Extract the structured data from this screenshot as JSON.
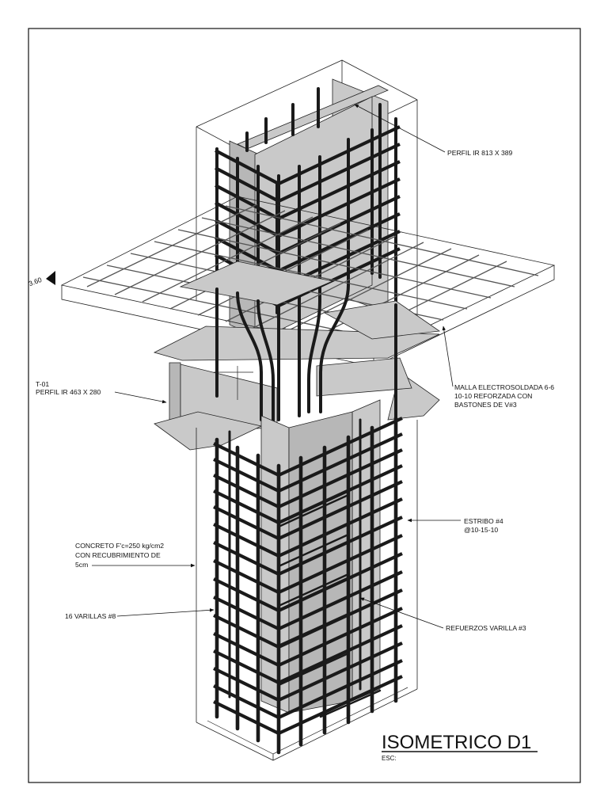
{
  "labels": {
    "perfil_top": "PERFIL IR 813 X 389",
    "t01": "T-01",
    "perfil_beam": "PERFIL IR 463 X 280",
    "malla_1": "MALLA ELECTROSOLDADA 6-6",
    "malla_2": "10-10 REFORZADA CON",
    "malla_3": "BASTONES DE V#3",
    "estribo_1": "ESTRIBO #4",
    "estribo_2": "@10-15-10",
    "concreto_1": "CONCRETO F'c=250  kg/cm2",
    "concreto_2": "CON RECUBRIMIENTO DE",
    "concreto_3": "5cm",
    "varillas": "16 VARILLAS #8",
    "refuerzos": "REFUERZOS VARILLA #3",
    "level_mark": "3.60"
  },
  "title": {
    "main": "ISOMETRICO D1",
    "scale": "ESC:"
  }
}
